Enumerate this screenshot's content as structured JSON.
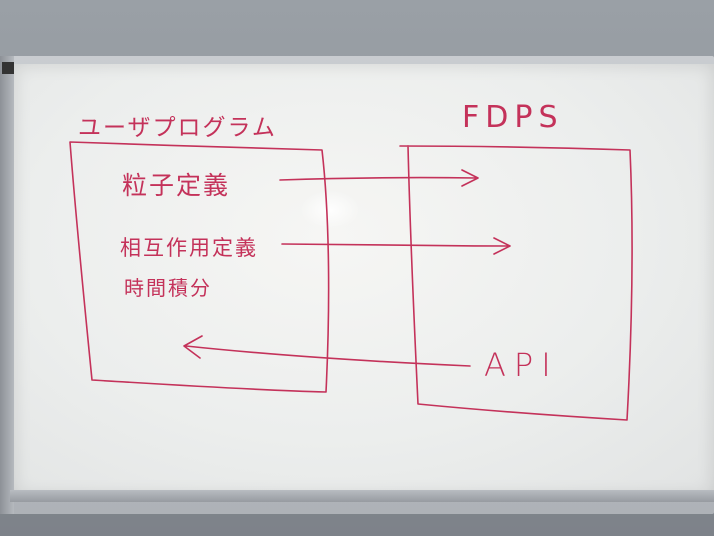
{
  "whiteboard": {
    "left_title": "ユーザプログラム",
    "right_title": "FDPS",
    "items": {
      "particle_def": "粒子定義",
      "interaction_def": "相互作用定義",
      "time_integration": "時間積分"
    },
    "api_label": "API"
  },
  "colors": {
    "ink": "#c4325a",
    "board": "#f0f1f0",
    "frame": "#b0b4b9"
  }
}
